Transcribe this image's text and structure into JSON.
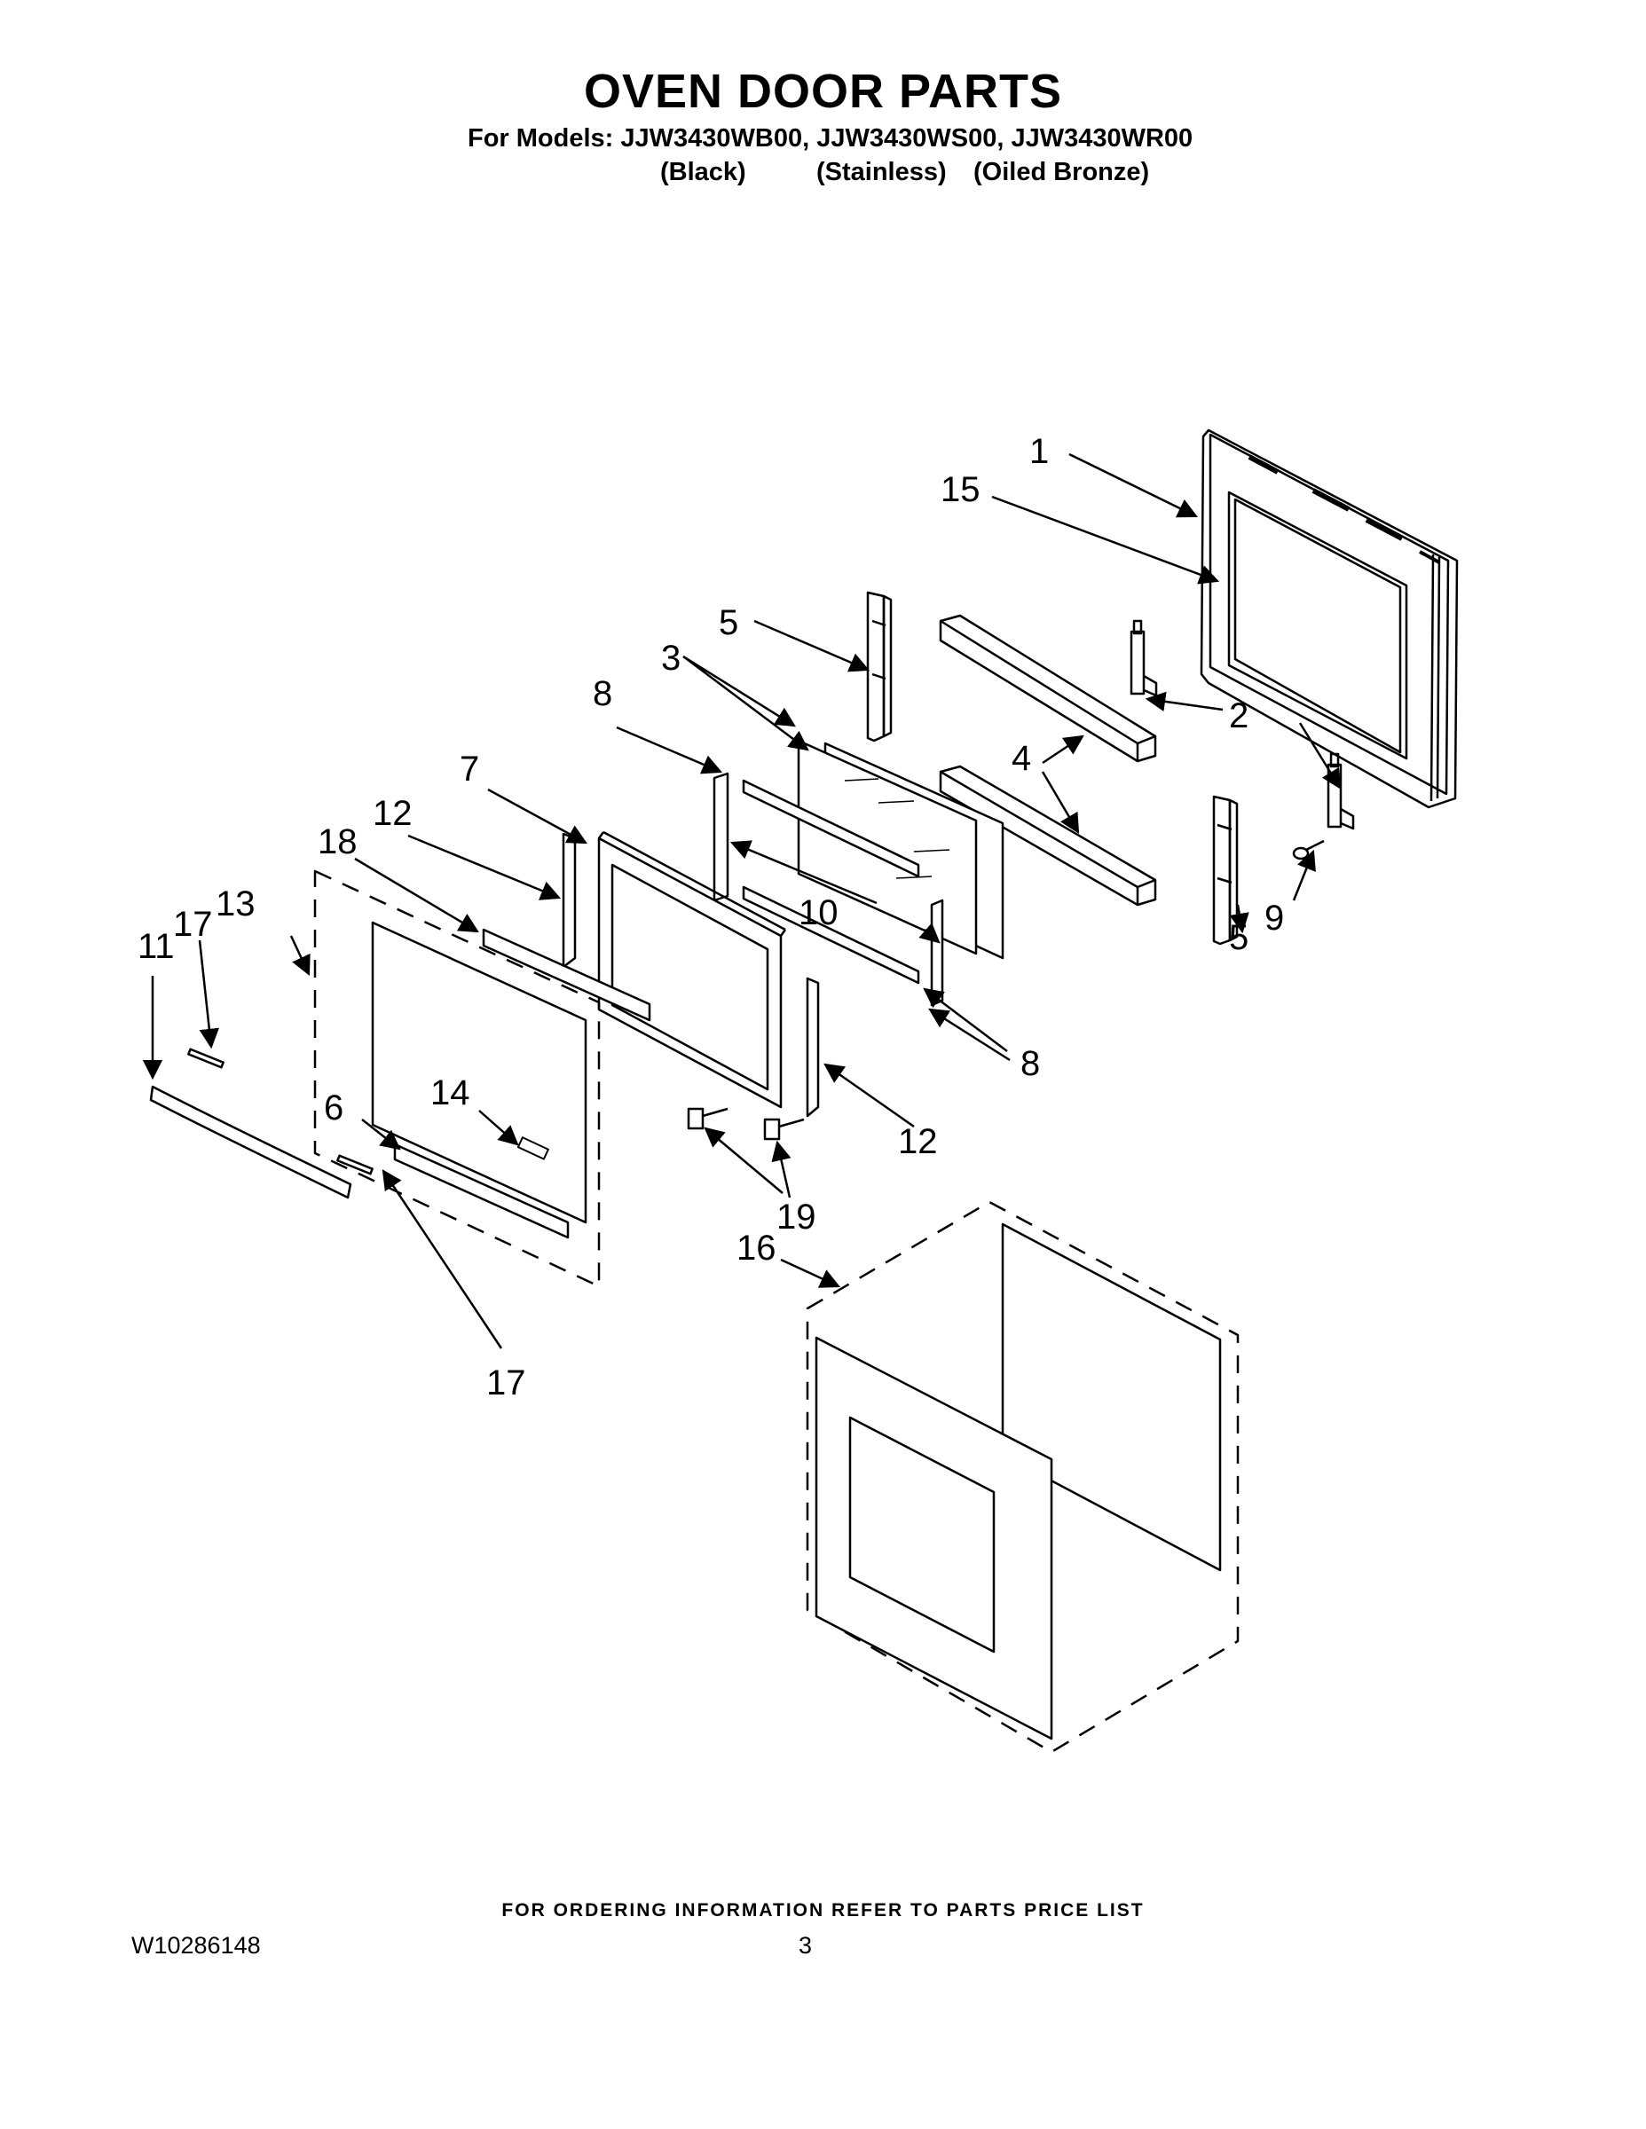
{
  "header": {
    "title": "OVEN DOOR PARTS",
    "models_line": "For Models: JJW3430WB00, JJW3430WS00, JJW3430WR00",
    "finishes": [
      "(Black)",
      "(Stainless)",
      "(Oiled Bronze)"
    ]
  },
  "callouts": {
    "c1": "1",
    "c2": "2",
    "c3": "3",
    "c4": "4",
    "c5a": "5",
    "c5b": "5",
    "c6": "6",
    "c7": "7",
    "c8a": "8",
    "c8b": "8",
    "c9": "9",
    "c10": "10",
    "c11": "11",
    "c12a": "12",
    "c12b": "12",
    "c13": "13",
    "c14": "14",
    "c15": "15",
    "c16": "16",
    "c17a": "17",
    "c17b": "17",
    "c18": "18",
    "c19": "19"
  },
  "footer": {
    "ordering_note": "FOR ORDERING INFORMATION REFER TO PARTS PRICE LIST",
    "document_number": "W10286148",
    "page_number": "3"
  }
}
